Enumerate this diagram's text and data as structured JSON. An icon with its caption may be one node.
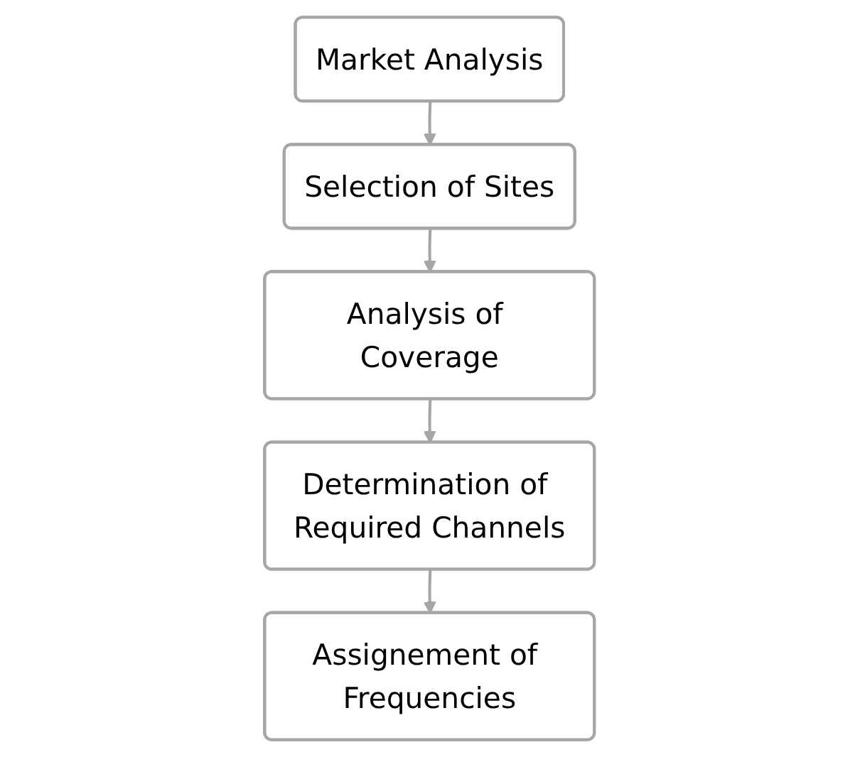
{
  "diagram": {
    "nodes": [
      {
        "text": [
          "Market Analysis"
        ]
      },
      {
        "text": [
          "Selection of Sites"
        ]
      },
      {
        "text": [
          "Analysis of Coverage"
        ]
      },
      {
        "text": [
          "Determination of Required Channels"
        ]
      },
      {
        "text": [
          "Assignement of Frequencies"
        ]
      }
    ],
    "edges": [
      {
        "from": 0,
        "to": 1,
        "arrow": "to"
      },
      {
        "from": 1,
        "to": 2,
        "arrow": "to"
      },
      {
        "from": 2,
        "to": 3,
        "arrow": "to"
      },
      {
        "from": 3,
        "to": 4,
        "arrow": "to"
      }
    ]
  }
}
